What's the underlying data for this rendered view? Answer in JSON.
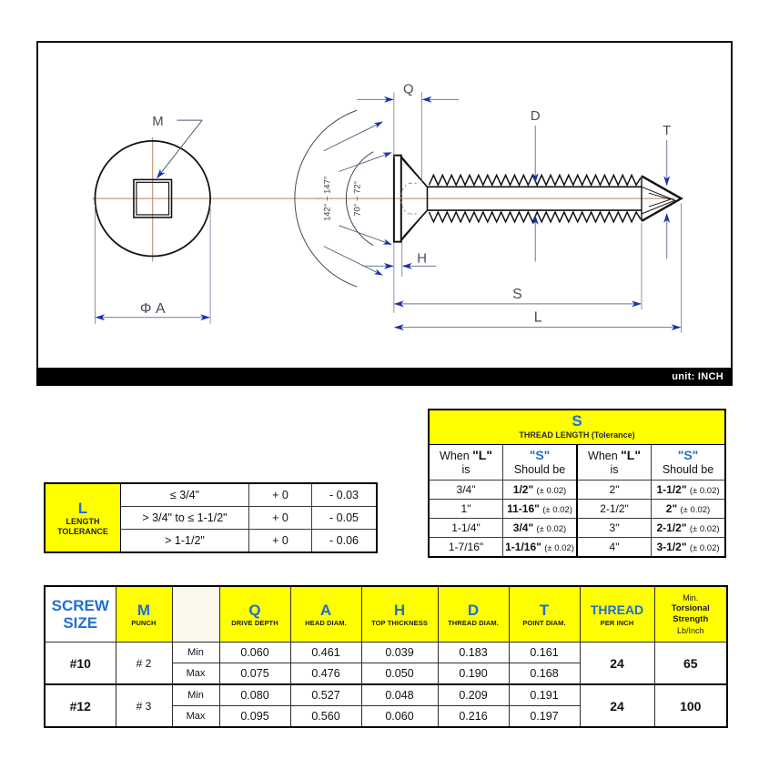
{
  "drawing": {
    "unit_label": "unit: INCH",
    "labels": {
      "m": "M",
      "phi_a": "Φ A",
      "q": "Q",
      "h": "H",
      "d": "D",
      "t": "T",
      "s": "S",
      "l": "L",
      "angle_outer": "142° ~ 147°",
      "angle_inner": "70° ~ 72°"
    }
  },
  "s_table": {
    "title": "S",
    "subtitle": "THREAD LENGTH (Tolerance)",
    "headers": {
      "when_l_line1": "When",
      "when_l_quoted": "\"L\"",
      "when_l_line2": "is",
      "s_quoted": "\"S\"",
      "s_line2": "Should be"
    },
    "rows": [
      {
        "l_left": "3/4\"",
        "s_left": "1/2\"",
        "s_left_tol": "(± 0.02)",
        "l_right": "2\"",
        "s_right": "1-1/2\"",
        "s_right_tol": "(± 0.02)"
      },
      {
        "l_left": "1\"",
        "s_left": "11-16\"",
        "s_left_tol": "(± 0.02)",
        "l_right": "2-1/2\"",
        "s_right": "2\"",
        "s_right_tol": "(± 0.02)"
      },
      {
        "l_left": "1-1/4\"",
        "s_left": "3/4\"",
        "s_left_tol": "(± 0.02)",
        "l_right": "3\"",
        "s_right": "2-1/2\"",
        "s_right_tol": "(± 0.02)"
      },
      {
        "l_left": "1-7/16\"",
        "s_left": "1-1/16\"",
        "s_left_tol": "(± 0.02)",
        "l_right": "4\"",
        "s_right": "3-1/2\"",
        "s_right_tol": "(± 0.02)"
      }
    ]
  },
  "l_table": {
    "symbol": "L",
    "caption_line1": "LENGTH",
    "caption_line2": "TOLERANCE",
    "rows": [
      {
        "range": "≤ 3/4\"",
        "plus": "+ 0",
        "minus": "- 0.03"
      },
      {
        "range": "> 3/4\" to ≤ 1-1/2\"",
        "plus": "+ 0",
        "minus": "- 0.05"
      },
      {
        "range": "> 1-1/2\"",
        "plus": "+ 0",
        "minus": "- 0.06"
      }
    ]
  },
  "spec_table": {
    "headers": [
      {
        "sym": "SCREW",
        "sym2": "SIZE",
        "desc": "",
        "style": "white"
      },
      {
        "sym": "M",
        "desc": "PUNCH",
        "style": "yellow"
      },
      {
        "sym": "",
        "desc": "",
        "style": "blank"
      },
      {
        "sym": "Q",
        "desc": "DRIVE DEPTH",
        "style": "yellow"
      },
      {
        "sym": "A",
        "desc": "HEAD DIAM.",
        "style": "yellow"
      },
      {
        "sym": "H",
        "desc": "TOP THICKNESS",
        "style": "yellow"
      },
      {
        "sym": "D",
        "desc": "THREAD DIAM.",
        "style": "yellow"
      },
      {
        "sym": "T",
        "desc": "POINT DIAM.",
        "style": "yellow"
      },
      {
        "sym": "THREAD",
        "desc": "PER INCH",
        "style": "yellow"
      },
      {
        "sym": "",
        "desc": "",
        "style": "yellow",
        "stack": [
          "Min.",
          "Torsional",
          "Strength",
          "Lb/Inch"
        ]
      }
    ],
    "rows": [
      {
        "size": "#10",
        "punch": "# 2",
        "thread": "24",
        "torsional": "65",
        "min": {
          "label": "Min",
          "q": "0.060",
          "a": "0.461",
          "h": "0.039",
          "d": "0.183",
          "t": "0.161"
        },
        "max": {
          "label": "Max",
          "q": "0.075",
          "a": "0.476",
          "h": "0.050",
          "d": "0.190",
          "t": "0.168"
        }
      },
      {
        "size": "#12",
        "punch": "# 3",
        "thread": "24",
        "torsional": "100",
        "min": {
          "label": "Min",
          "q": "0.080",
          "a": "0.527",
          "h": "0.048",
          "d": "0.209",
          "t": "0.191"
        },
        "max": {
          "label": "Max",
          "q": "0.095",
          "a": "0.560",
          "h": "0.060",
          "d": "0.216",
          "t": "0.197"
        }
      }
    ]
  },
  "colors": {
    "accent_blue": "#1f6fd0",
    "highlight_yellow": "#ffff00",
    "dim_blue": "#1a2fae",
    "centerline": "#c08060"
  }
}
